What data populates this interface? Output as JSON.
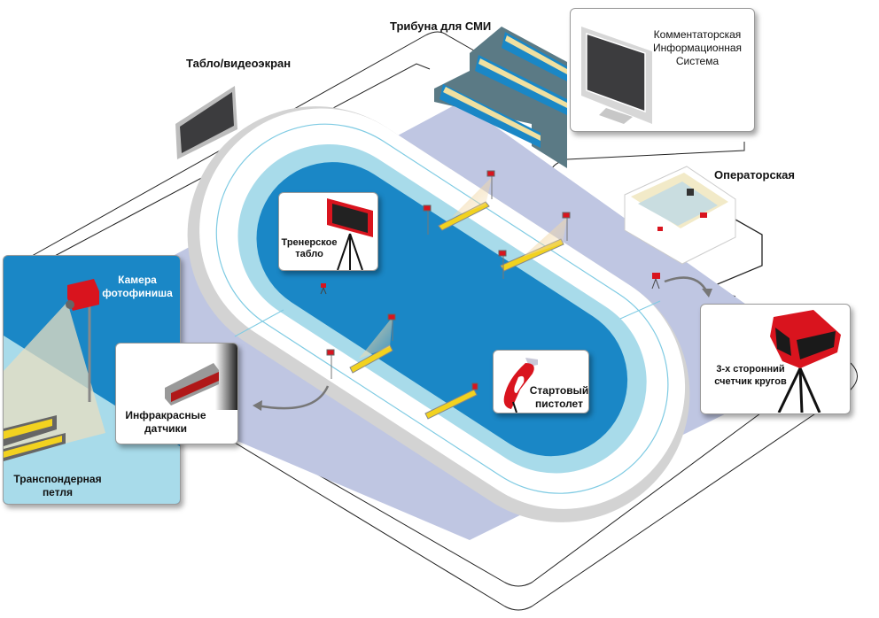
{
  "title": "Speed skating timing system layout",
  "labels": {
    "scoreboard": "Табло/видеоэкран",
    "press_stand": "Трибуна для СМИ",
    "commentator_system": [
      "Комментаторская",
      "Информационная",
      "Система"
    ],
    "operator_room": "Операторская",
    "coach_board": [
      "Тренерское",
      "табло"
    ],
    "photo_finish_camera": [
      "Камера",
      "фотофиниша"
    ],
    "infrared_sensors": [
      "Инфракрасные",
      "датчики"
    ],
    "transponder_loop": [
      "Транспондерная",
      "петля"
    ],
    "starting_pistol": [
      "Стартовый",
      "пистолет"
    ],
    "lap_counter": [
      "3-х сторонний",
      "счетчик кругов"
    ]
  },
  "colors": {
    "ice": "#1a87c6",
    "ice_edge": "#a8dbea",
    "rink_floor": "#bfc6e2",
    "barrier": "#d3d3d3",
    "device_red": "#d9141e",
    "loop_yellow": "#f2d21f",
    "screen_dark": "#3c3c3e"
  }
}
